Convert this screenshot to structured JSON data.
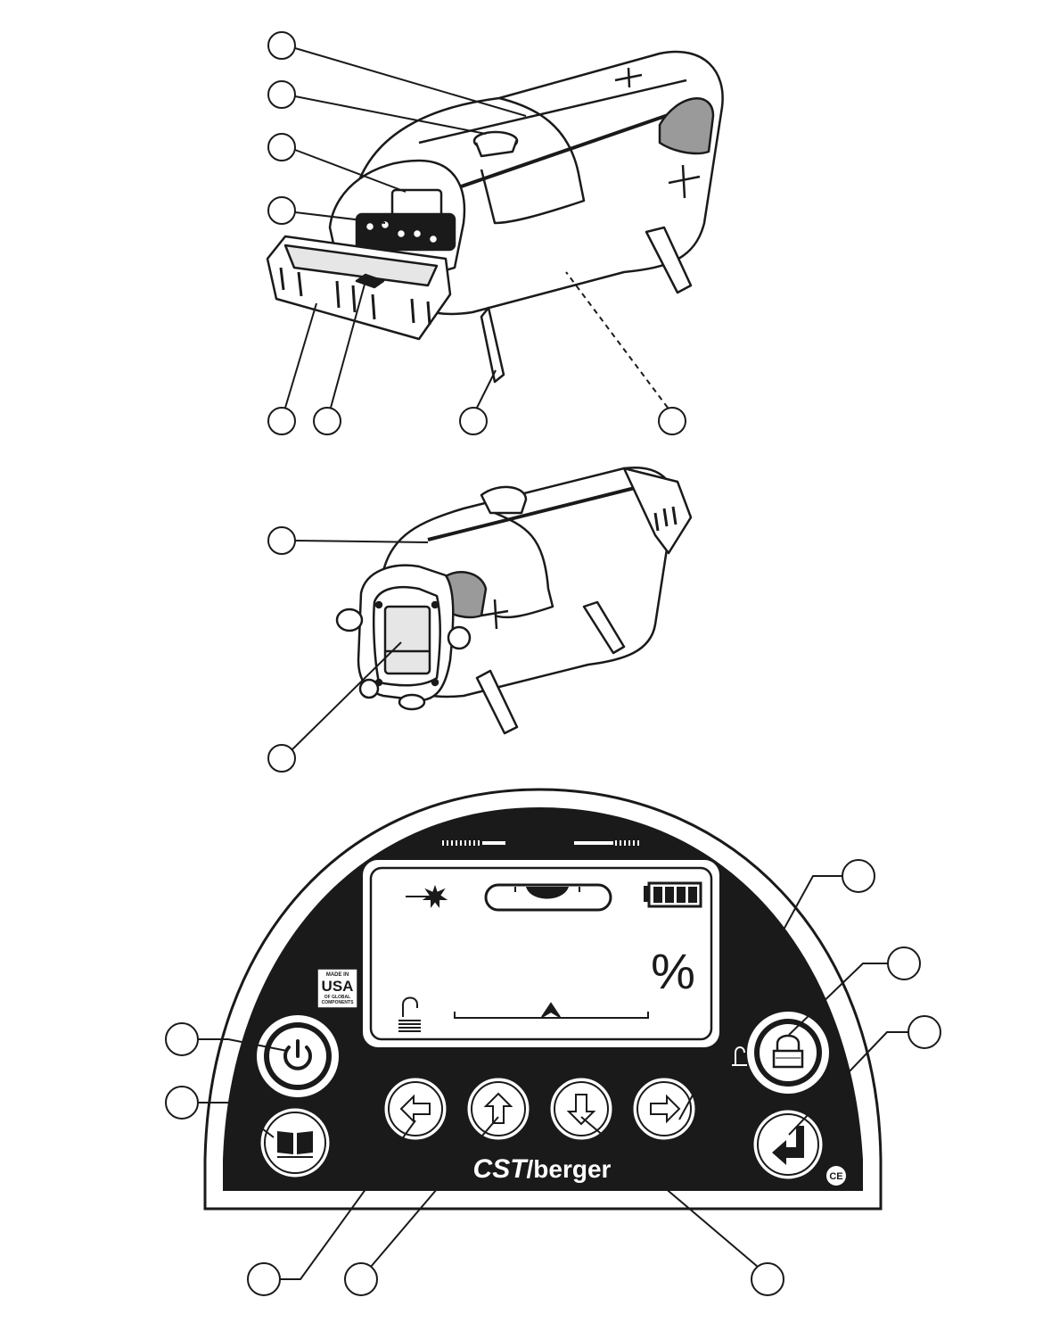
{
  "brand": {
    "name_bold": "CST",
    "name_regular": "/berger"
  },
  "badge": {
    "line1": "MADE IN",
    "line2": "USA",
    "line3": "OF GLOBAL",
    "line4": "COMPONENTS"
  },
  "display": {
    "unit_symbol": "%"
  },
  "mark": {
    "ce": "CE"
  },
  "colors": {
    "ink": "#1a1a1a",
    "paper": "#ffffff",
    "light_gray": "#e6e6e6"
  },
  "icons": [
    "laser-beam-icon",
    "level-vial-icon",
    "battery-icon",
    "unlock-icon",
    "power-icon",
    "manual-book-icon",
    "arrow-left-icon",
    "arrow-up-icon",
    "arrow-down-icon",
    "arrow-right-icon",
    "lock-icon",
    "enter-icon"
  ]
}
